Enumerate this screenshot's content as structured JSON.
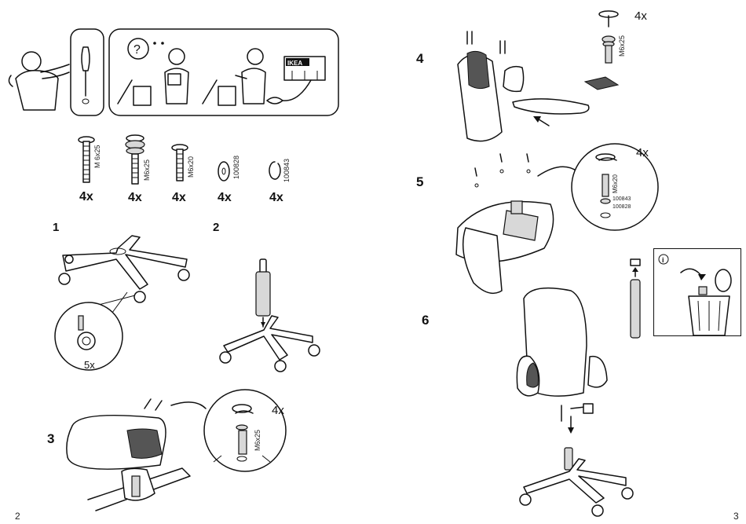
{
  "left_page": {
    "page_number": "2",
    "tools_panel": {
      "logo": "IKEA"
    },
    "parts": [
      {
        "code": "M 6x25",
        "qty": "4x",
        "icon": "screw-m6x25-icon"
      },
      {
        "code": "M6x25",
        "qty": "4x",
        "icon": "screw-with-washers-icon"
      },
      {
        "code": "M6x20",
        "qty": "4x",
        "icon": "screw-m6x20-icon"
      },
      {
        "code": "100828",
        "qty": "4x",
        "icon": "flat-washer-icon"
      },
      {
        "code": "100843",
        "qty": "4x",
        "icon": "spring-washer-icon"
      }
    ],
    "steps": [
      {
        "number": "1",
        "detail_qty": "5x"
      },
      {
        "number": "2"
      },
      {
        "number": "3",
        "detail_qty": "4x",
        "detail_code": "M6x25"
      }
    ]
  },
  "right_page": {
    "page_number": "3",
    "steps": [
      {
        "number": "4",
        "detail_qty": "4x",
        "detail_code": "M6x25"
      },
      {
        "number": "5",
        "detail_qty": "4x",
        "detail_code": "M6x20",
        "washer_codes": [
          "100843",
          "100828"
        ]
      },
      {
        "number": "6"
      }
    ],
    "info_box": {
      "icon": "info-icon"
    }
  }
}
